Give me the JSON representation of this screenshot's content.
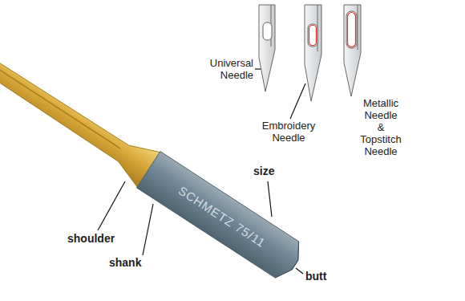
{
  "diagram": {
    "labels": [
      "Universal Needle",
      "Embroidery Needle",
      "Metallic Needle & Topstitch Needle",
      "shoulder",
      "size",
      "shank",
      "butt",
      "SCHMETZ 75/11"
    ]
  }
}
